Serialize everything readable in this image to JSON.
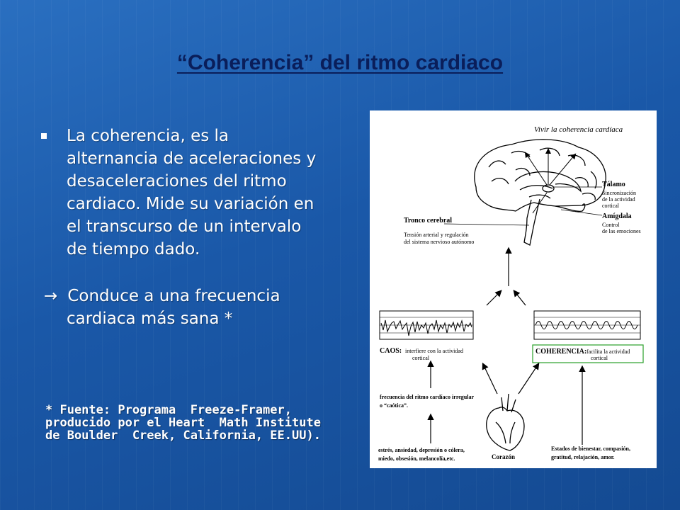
{
  "slide": {
    "title": "“Coherencia” del ritmo cardiaco",
    "bullet_text": "La coherencia, es la alternancia de aceleraciones y desaceleraciones del ritmo cardiaco. Mide su variación en el transcurso de un intervalo de tiempo dado.",
    "arrow_symbol": "→",
    "arrow_line1": "Conduce a una frecuencia",
    "arrow_line2": "cardiaca más sana *",
    "footnote_line1": "* Fuente: Programa  Freeze-Framer,",
    "footnote_line2": "producido por el Heart  Math Institute",
    "footnote_line3": "de Boulder  Creek, California, EE.UU)."
  },
  "figure": {
    "header": "Vivir la coherencia cardíaca",
    "talamo": "Tálamo",
    "talamo_desc1": "Sincronización",
    "talamo_desc2": "de la actividad",
    "talamo_desc3": "cortical",
    "amigdala": "Amígdala",
    "amigdala_desc1": "Control",
    "amigdala_desc2": "de las emociones",
    "tronco": "Tronco cerebral",
    "tronco_desc1": "Tensión arterial y regulación",
    "tronco_desc2": "del sistema nervioso autónomo",
    "caos": "CAOS:",
    "caos_desc1": "interfiere con la actividad",
    "caos_desc2": "cortical",
    "coherencia": "COHERENCIA:",
    "coherencia_desc1": "facilita la actividad",
    "coherencia_desc2": "cortical",
    "irregular1": "frecuencia del ritmo cardíaco irregular",
    "irregular2": "o “caótica”.",
    "estres1": "estrés, ansiedad, depresión o cólera,",
    "estres2": "miedo, obsesión, melancolía,etc.",
    "corazon": "Corazón",
    "bienestar1": "Estados de bienestar, compasión,",
    "bienestar2": "gratitud, relajación, amor."
  }
}
